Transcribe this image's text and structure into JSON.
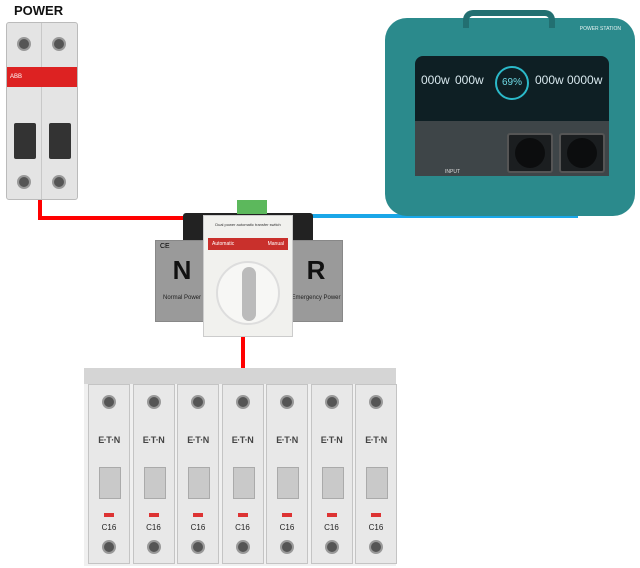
{
  "labels": {
    "power": "POWER"
  },
  "main_breaker": {
    "brand": "ABB"
  },
  "ats": {
    "title": "Dual power automatic transfer switch",
    "automatic": "Automatic",
    "manual": "Manual",
    "normal_letter": "N",
    "normal_label": "Normal Power",
    "reserve_letter": "R",
    "reserve_label": "Emergency Power",
    "ce": "CE"
  },
  "station": {
    "brand": "POWER STATION",
    "input_w": "000w",
    "input2_w": "000w",
    "battery": "69%",
    "output_w": "000w",
    "output2_w": "0000w",
    "input_label": "INPUT"
  },
  "breakers": [
    {
      "brand": "E·T·N",
      "rating": "C16"
    },
    {
      "brand": "E·T·N",
      "rating": "C16"
    },
    {
      "brand": "E·T·N",
      "rating": "C16"
    },
    {
      "brand": "E·T·N",
      "rating": "C16"
    },
    {
      "brand": "E·T·N",
      "rating": "C16"
    },
    {
      "brand": "E·T·N",
      "rating": "C16"
    },
    {
      "brand": "E·T·N",
      "rating": "C16"
    }
  ],
  "colors": {
    "live_wire": "#ff0000",
    "backup_wire": "#1aa7e8"
  }
}
